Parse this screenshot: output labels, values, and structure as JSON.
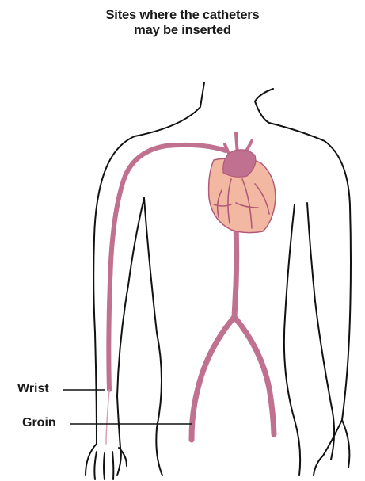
{
  "title": {
    "line1": "Sites where the catheters",
    "line2": "may be inserted"
  },
  "labels": {
    "wrist": "Wrist",
    "groin": "Groin"
  },
  "colors": {
    "artery": "#c0718f",
    "heart_fill": "#f2b8a2",
    "heart_detail": "#b05a78",
    "outline": "#111111"
  }
}
